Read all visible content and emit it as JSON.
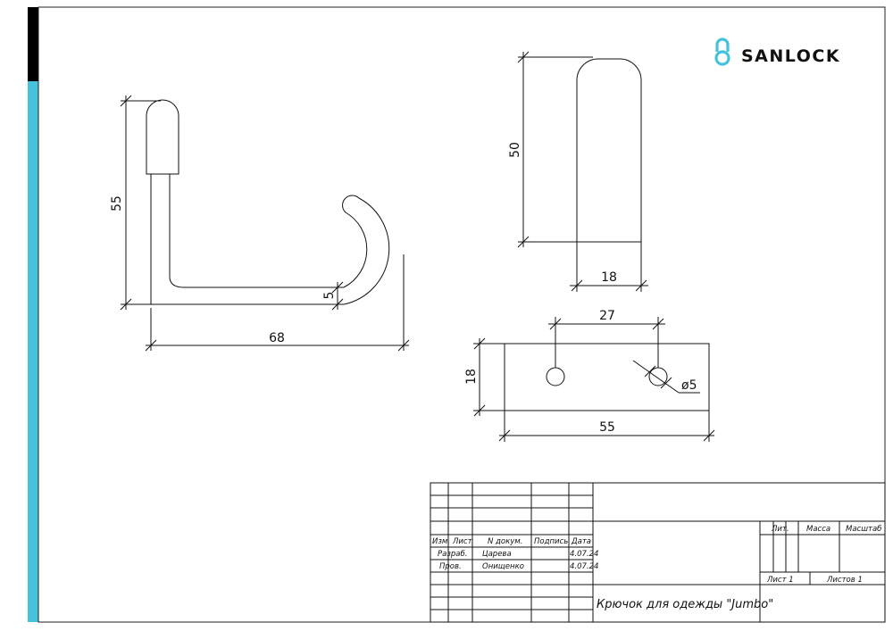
{
  "logo": {
    "brand": "SANLOCK",
    "accent_color": "#45c3dc",
    "icon": "padlock-icon"
  },
  "frame": {
    "strip_top_color": "#000000",
    "strip_color": "#45c3dc"
  },
  "views": {
    "side": {
      "dim_height": "55",
      "dim_length": "68",
      "dim_thickness": "5"
    },
    "front": {
      "dim_height": "50",
      "dim_width": "18"
    },
    "plate": {
      "dim_hole_spacing": "27",
      "dim_height": "18",
      "dim_hole_diameter": "ø5",
      "dim_length": "55"
    }
  },
  "title_block": {
    "headers": {
      "izm": "Изм.",
      "list": "Лист",
      "doc": "N докум.",
      "sign": "Подпись",
      "date": "Дата"
    },
    "rows": [
      {
        "role": "Разраб.",
        "name": "Царева",
        "date": "4.07.24"
      },
      {
        "role": "Пров.",
        "name": "Онищенко",
        "date": "4.07.24"
      }
    ],
    "lit_label": "Лит.",
    "mass_label": "Масса",
    "scale_label": "Масштаб",
    "sheet": "Лист 1",
    "sheets": "Листов 1",
    "title": "Крючок для одежды \"Jumbo\""
  }
}
